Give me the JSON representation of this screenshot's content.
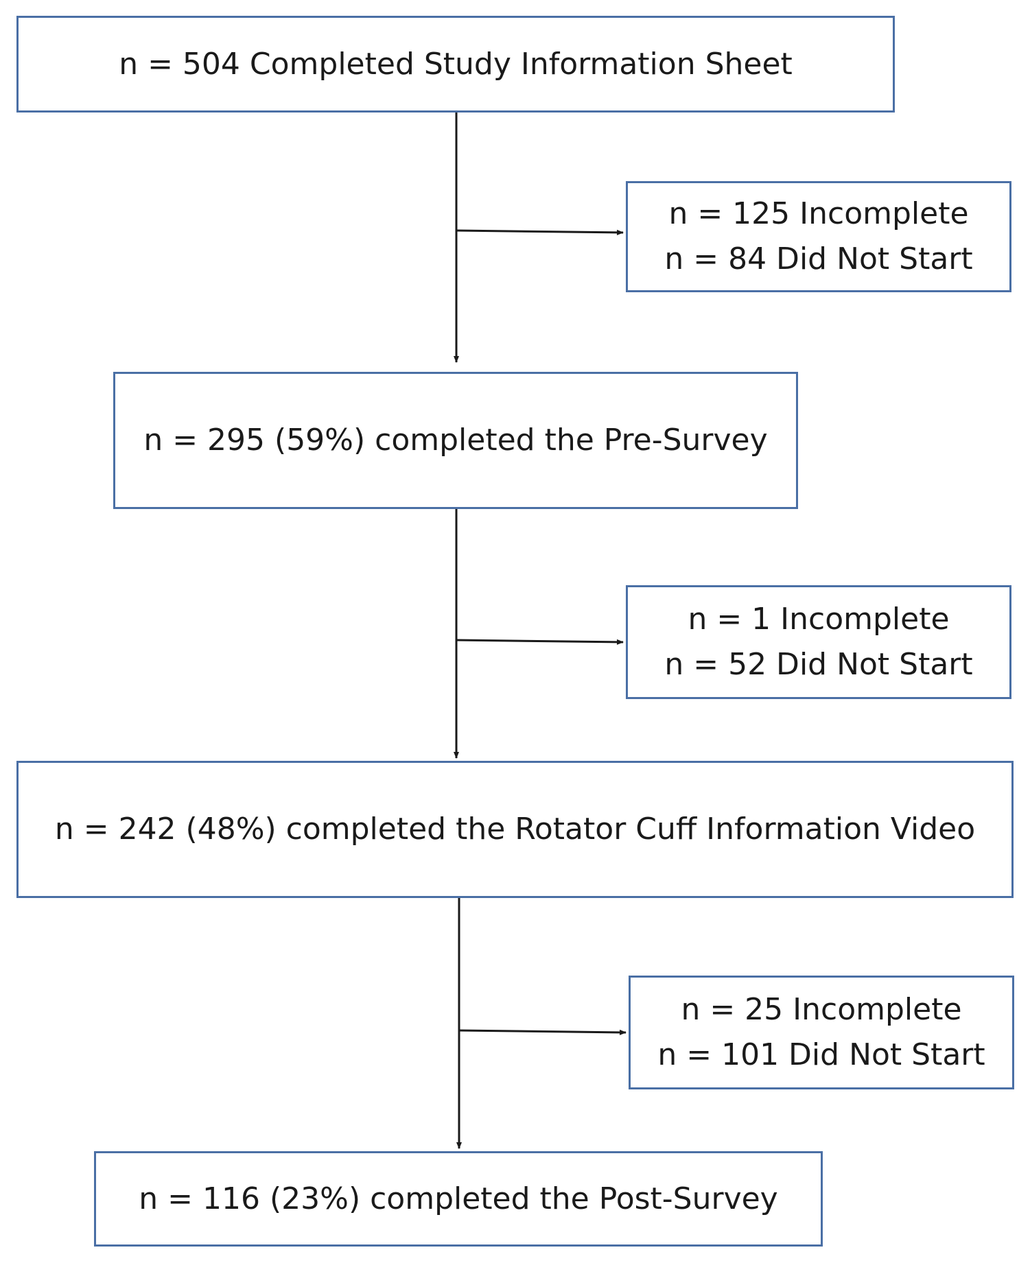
{
  "diagram": {
    "steps": [
      {
        "text": "n = 504 Completed Study Information Sheet"
      },
      {
        "text": "n = 295 (59%) completed the Pre-Survey"
      },
      {
        "text": "n = 242 (48%) completed the Rotator Cuff Information Video"
      },
      {
        "text": "n = 116 (23%) completed the Post-Survey"
      }
    ],
    "exclusions": [
      {
        "incomplete": "n = 125 Incomplete",
        "did_not_start": "n = 84 Did Not Start"
      },
      {
        "incomplete": "n = 1 Incomplete",
        "did_not_start": "n = 52 Did Not Start"
      },
      {
        "incomplete": "n = 25 Incomplete",
        "did_not_start": "n = 101 Did Not Start"
      }
    ],
    "colors": {
      "box_border": "#4a6fa5",
      "connector": "#1a1a1a",
      "text": "#1a1a1a"
    }
  }
}
